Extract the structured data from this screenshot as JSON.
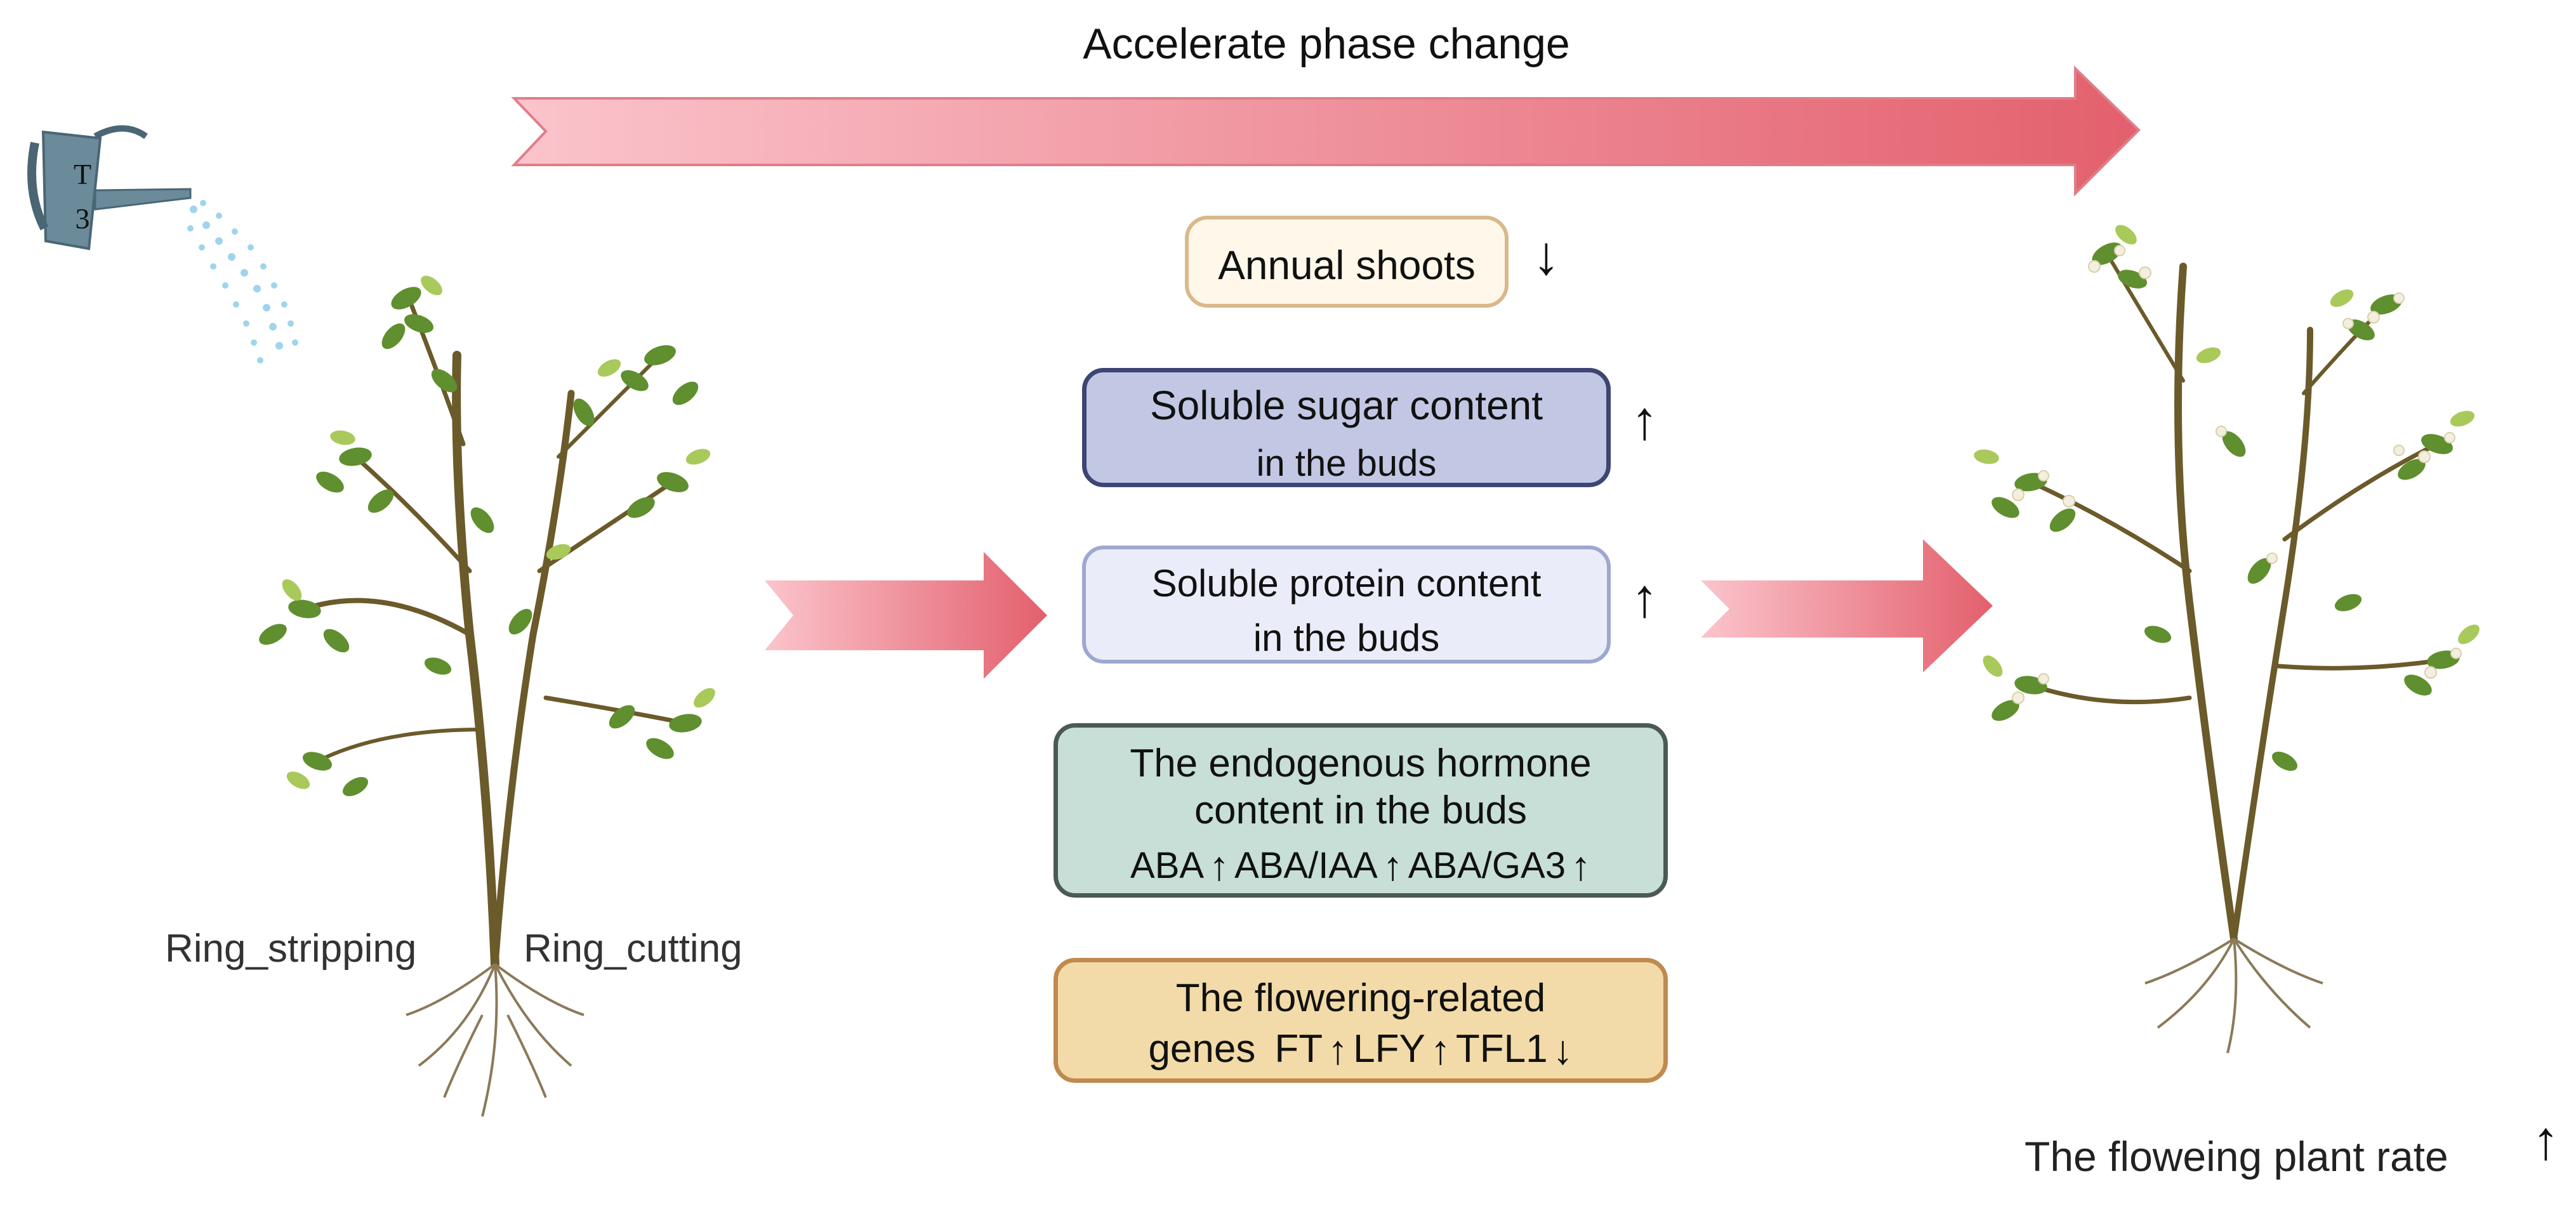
{
  "title": "Accelerate phase change",
  "can_label_1": "T",
  "can_label_2": "3",
  "annual": {
    "text": "Annual shoots",
    "trend": "↓"
  },
  "sugar": {
    "line1": "Soluble sugar content",
    "line2": "in the buds",
    "trend": "↑"
  },
  "protein": {
    "line1": "Soluble protein content",
    "line2": "in the buds",
    "trend": "↑"
  },
  "hormone": {
    "line1": "The endogenous hormone",
    "line2": "content in the buds",
    "items": [
      {
        "label": "ABA",
        "trend": "↑"
      },
      {
        "label": "ABA/IAA",
        "trend": "↑"
      },
      {
        "label": "ABA/GA3",
        "trend": "↑"
      }
    ]
  },
  "genes": {
    "line1": "The flowering-related",
    "prefix": "genes",
    "items": [
      {
        "label": "FT",
        "trend": "↑"
      },
      {
        "label": "LFY",
        "trend": "↑"
      },
      {
        "label": "TFL1",
        "trend": "↓"
      }
    ]
  },
  "left_labels": {
    "stripping": "Ring_stripping",
    "cutting": "Ring_cutting"
  },
  "rate": {
    "text": "The floweing plant rate",
    "trend": "↑"
  },
  "colors": {
    "arrow_light": "#f8b8c2",
    "arrow_dark": "#e56a76",
    "stem": "#6b5a2a",
    "leaf_dark": "#5f8f2e",
    "leaf_light": "#a9c95a",
    "root": "#8a7a5a",
    "can": "#6b8a9a",
    "water": "#9fd4ec",
    "flower": "#f3efe0"
  }
}
